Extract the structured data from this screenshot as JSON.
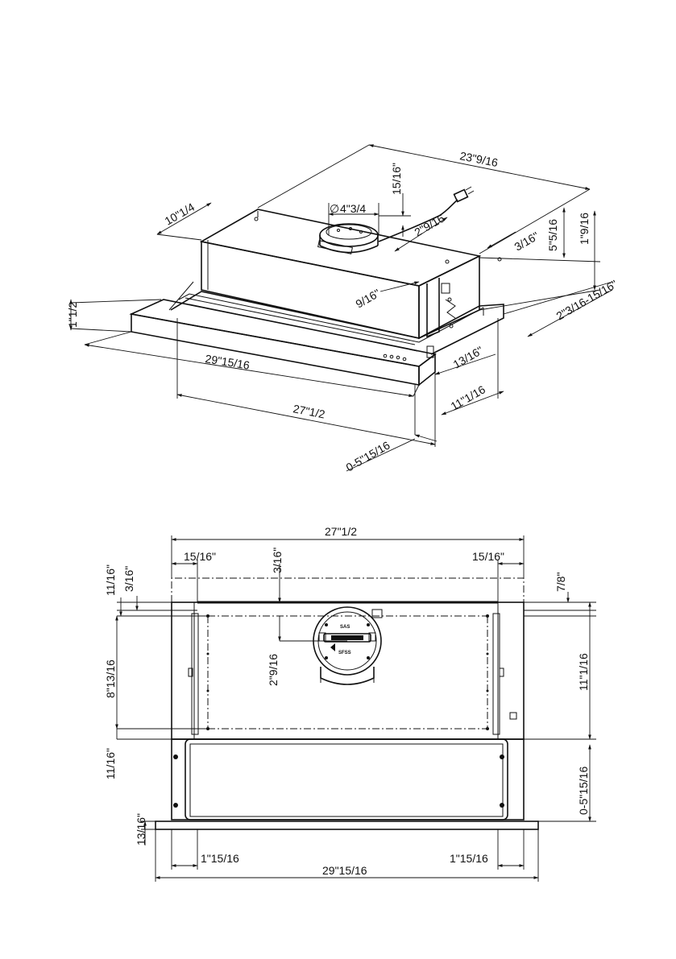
{
  "top_view": {
    "width_depth": "23\"9/16",
    "depth_side": "10\"1/4",
    "outlet_diameter": "4\"3/4",
    "outlet_diameter_symbol": "∅",
    "outlet_height": "15/16\"",
    "outlet_offset": "2\"9/16",
    "rear_offset": "3/16\"",
    "body_height": "5\"5/16",
    "total_height": "1\"9/16",
    "side_step": "9/16\"",
    "drawer_range": "2\"3/16-15/16\"",
    "front_height": "1\"1/2",
    "front_width": "29\"15/16",
    "body_width": "27\"1/2",
    "front_depth": "13/16\"",
    "depth_extension": "11\"1/16",
    "extension_range": "0-5\"15/16"
  },
  "front_view": {
    "overall_width": "27\"1/2",
    "left_inset": "15/16\"",
    "right_inset": "15/16\"",
    "top_offset": "3/16\"",
    "left_top_a": "11/16\"",
    "left_top_b": "3/16\"",
    "right_top": "7/8\"",
    "left_span": "8\"13/16",
    "outlet_offset": "2\"9/16",
    "right_span": "11\"1/16",
    "left_bottom": "11/16\"",
    "right_bottom": "0-5\"15/16",
    "front_panel": "13/16\"",
    "bottom_left": "1\"15/16",
    "bottom_right": "1\"15/16",
    "front_width": "29\"15/16",
    "fan_label_top": "SAS",
    "fan_label_bottom": "SFSS"
  }
}
